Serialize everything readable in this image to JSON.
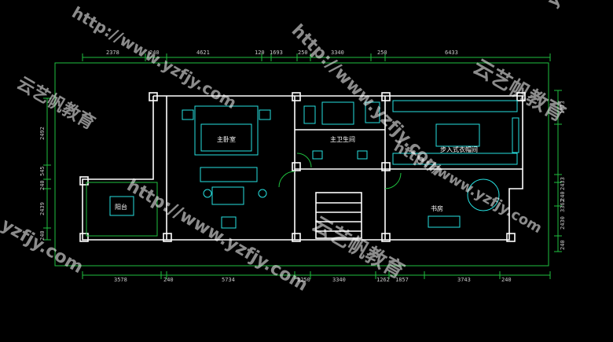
{
  "dimensions": {
    "top": [
      "2378",
      "240",
      "4621",
      "120",
      "1693",
      "250",
      "3340",
      "250",
      "6433"
    ],
    "bottom": [
      "3578",
      "240",
      "5734",
      "1250",
      "3340",
      "1262",
      "1857",
      "3743",
      "240"
    ],
    "left": [
      "2492",
      "545",
      "240",
      "2439",
      "240"
    ],
    "right": [
      "1073",
      "2433",
      "240",
      "3362",
      "2430",
      "240"
    ]
  },
  "rooms": {
    "master_bedroom": "主卧室",
    "master_bath": "主卫生间",
    "walk_in_closet": "步入式衣帽间",
    "study": "书房",
    "balcony": "阳台"
  },
  "watermarks": {
    "url": "http://www.yzfjy.com",
    "brand": "云艺帆教育",
    "short": "yzfjy.com"
  },
  "colors": {
    "background": "#000000",
    "dimension_green": "#1fbf3f",
    "wall_white": "#ffffff",
    "furniture_cyan": "#26e0e0"
  }
}
